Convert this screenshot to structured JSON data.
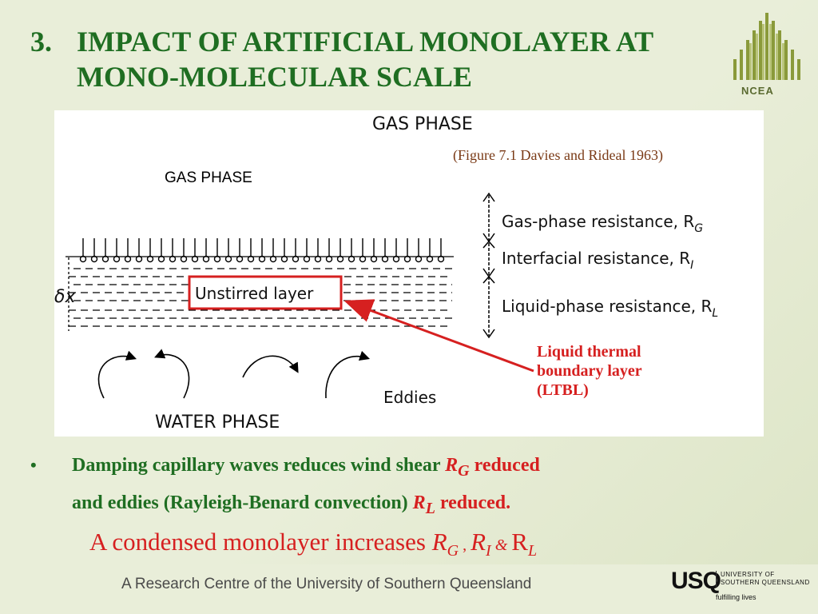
{
  "slide": {
    "number": "3.",
    "title_line1": "IMPACT OF ARTIFICIAL MONOLAYER AT",
    "title_line2": "MONO-MOLECULAR SCALE",
    "logo_ncea": "NCEA"
  },
  "figure": {
    "caption": "(Figure 7.1 Davies and Rideal 1963)",
    "gas_phase_top": "GAS  PHASE",
    "gas_phase_label": "GAS  PHASE",
    "delta_x": "δx",
    "unstirred_layer": "Unstirred layer",
    "eddies": "Eddies",
    "water_phase": "WATER  PHASE",
    "resistances": [
      {
        "label": "Gas-phase resistance, R",
        "sub": "G"
      },
      {
        "label": "Interfacial resistance, R",
        "sub": "I"
      },
      {
        "label": "Liquid-phase resistance, R",
        "sub": "L"
      }
    ],
    "ltbl_line1": "Liquid thermal",
    "ltbl_line2": "boundary layer",
    "ltbl_line3": "(LTBL)"
  },
  "bullet": {
    "marker": "•",
    "part1": "Damping capillary waves reduces wind shear ",
    "r": "R",
    "g": "G",
    "part2": " reduced",
    "part3": "and eddies (Rayleigh-Benard convection) ",
    "l": "L",
    "part4": " reduced."
  },
  "conclusion": {
    "text": "A condensed monolayer increases ",
    "rg": "R",
    "g": "G",
    "comma": " , ",
    "ri": "R",
    "i": "I",
    "amp": " & ",
    "rl": "R",
    "l": "L"
  },
  "footer": {
    "text": "A Research Centre of the University of Southern Queensland",
    "usq_mark": "USQ",
    "usq_line1": "UNIVERSITY OF",
    "usq_line2": "SOUTHERN QUEENSLAND",
    "usq_tag": "fulfilling lives"
  },
  "colors": {
    "title_green": "#1f6e22",
    "accent_red": "#d62020",
    "background": "#e9eed9"
  }
}
